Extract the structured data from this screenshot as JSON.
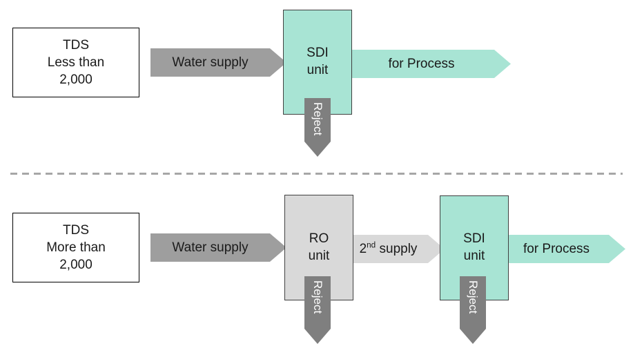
{
  "colors": {
    "teal": "#a8e4d4",
    "arrow_gray": "#9e9e9e",
    "light_gray": "#d9d9d9",
    "reject_gray": "#7f7f7f",
    "divider_gray": "#a6a6a6"
  },
  "top": {
    "tds_box": {
      "line1": "TDS",
      "line2": "Less than",
      "line3": "2,000"
    },
    "water_supply": "Water supply",
    "sdi_unit": {
      "line1": "SDI",
      "line2": "unit"
    },
    "for_process": "for Process",
    "reject": "Reject"
  },
  "bottom": {
    "tds_box": {
      "line1": "TDS",
      "line2": "More than",
      "line3": "2,000"
    },
    "water_supply": "Water supply",
    "ro_unit": {
      "line1": "RO",
      "line2": "unit"
    },
    "second_supply": {
      "prefix": "2",
      "sup": "nd",
      "suffix": " supply"
    },
    "sdi_unit": {
      "line1": "SDI",
      "line2": "unit"
    },
    "for_process": "for Process",
    "reject_ro": "Reject",
    "reject_sdi": "Reject"
  }
}
